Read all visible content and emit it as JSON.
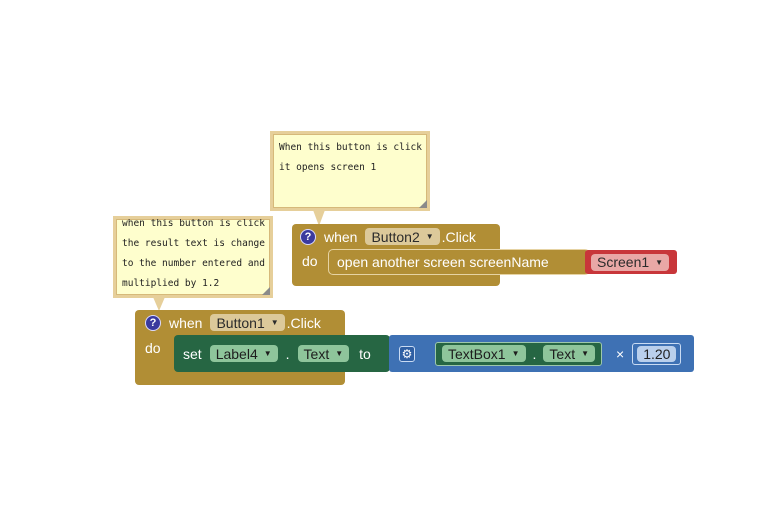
{
  "comments": [
    {
      "lines": [
        "When this button is click",
        "it opens screen 1"
      ]
    },
    {
      "lines": [
        "when this button is click",
        "the result text is change",
        "to the number entered and",
        "multiplied by 1.2"
      ]
    }
  ],
  "event_button2": {
    "help_icon": "?",
    "when_label": "when",
    "component": "Button2",
    "event_name": ".Click",
    "do_label": "do",
    "statement_label": "open another screen  screenName",
    "screen_value": "Screen1"
  },
  "event_button1": {
    "help_icon": "?",
    "when_label": "when",
    "component": "Button1",
    "event_name": ".Click",
    "do_label": "do",
    "set_label": "set",
    "target_component": "Label4",
    "dot": ".",
    "target_property": "Text",
    "to_label": "to",
    "source_component": "TextBox1",
    "source_property": "Text",
    "operator": "×",
    "multiplier": "1.20"
  },
  "icons": {
    "dropdown": "dropdown-arrow-icon",
    "help": "help-icon",
    "mutator": "gear-icon"
  },
  "colors": {
    "control": "#b18e35",
    "setter": "#266643",
    "math": "#3e71b4",
    "screen": "#c8363a",
    "comment_bg": "#fefecd"
  }
}
